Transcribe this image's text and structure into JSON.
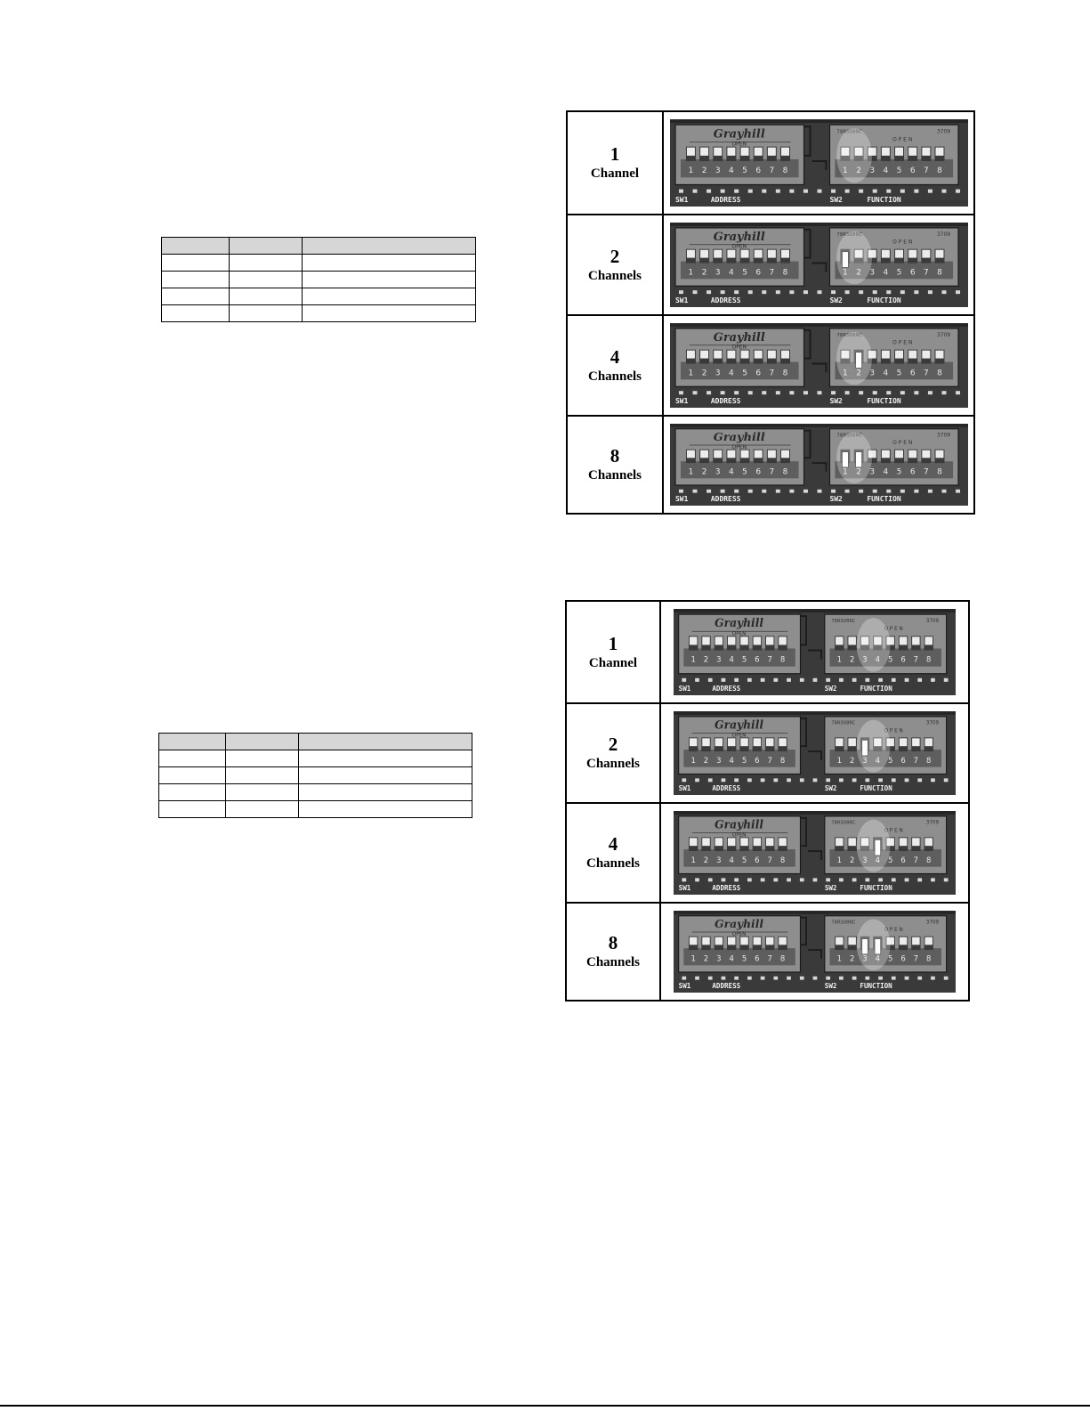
{
  "figures": [
    {
      "rows": [
        {
          "num": "1",
          "word": "Channel",
          "on_switches": []
        },
        {
          "num": "2",
          "word": "Channels",
          "on_switches": [
            1
          ]
        },
        {
          "num": "4",
          "word": "Channels",
          "on_switches": [
            2
          ]
        },
        {
          "num": "8",
          "word": "Channels",
          "on_switches": [
            1,
            2
          ]
        }
      ]
    },
    {
      "rows": [
        {
          "num": "1",
          "word": "Channel",
          "on_switches": []
        },
        {
          "num": "2",
          "word": "Channels",
          "on_switches": [
            3
          ]
        },
        {
          "num": "4",
          "word": "Channels",
          "on_switches": [
            4
          ]
        },
        {
          "num": "8",
          "word": "Channels",
          "on_switches": [
            3,
            4
          ]
        }
      ]
    }
  ],
  "photo_text": {
    "brand": "Grayhill",
    "open_label": "OPEN",
    "sw2_open_label": "O P E N",
    "sw2_part_code": "78RS08RC",
    "sw2_date_code": "3709",
    "sw1_label": "SW1",
    "sw1_function": "ADDRESS",
    "sw2_label": "SW2",
    "sw2_function": "FUNCTION",
    "switch_numbers": [
      "1",
      "2",
      "3",
      "4",
      "5",
      "6",
      "7",
      "8"
    ]
  }
}
